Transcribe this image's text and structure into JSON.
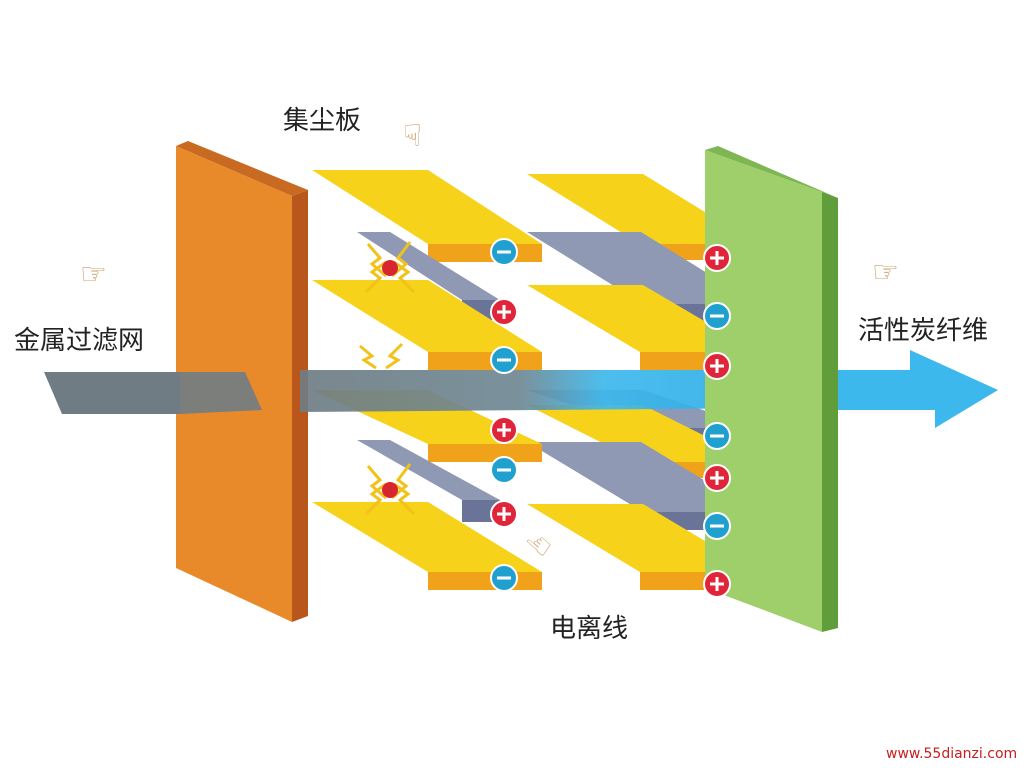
{
  "labels": {
    "collector_plate": "集尘板",
    "metal_filter": "金属过滤网",
    "activated_carbon": "活性炭纤维",
    "ionizing_wire": "电离线"
  },
  "watermark": "www.55dianzi.com",
  "signs": {
    "positive": "+",
    "negative": "−"
  },
  "colors": {
    "metal_filter": "#e98a2a",
    "carbon_filter": "#9fcf6b",
    "collector_plate": "#f7d21b",
    "ionizing_plate": "#8f99b4",
    "positive_marker": "#e0243a",
    "negative_marker": "#1fa0cf",
    "air_flow_in": "#6f7c84",
    "air_flow_out": "#3db8ec"
  },
  "icons": [
    "pointing-hand-icon",
    "spark-icon",
    "charged-particle-icon"
  ]
}
